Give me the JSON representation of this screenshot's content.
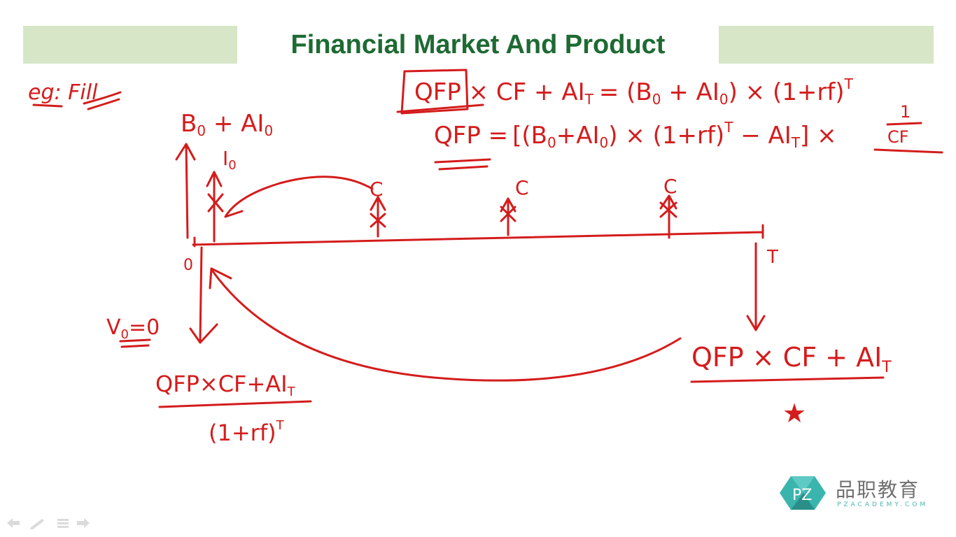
{
  "slide": {
    "title": "Financial Market And Product"
  },
  "handwriting": {
    "eg_note": "eg: Fill",
    "top_formula": "QFP × CF + AI",
    "top_formula_sub": "T",
    "top_formula_rhs": "= (B",
    "top_formula_rhs_b_sub": "0",
    "top_formula_rhs_mid": " + AI",
    "top_formula_rhs_ai_sub": "0",
    "top_formula_rhs_end": ") × (1+rf)",
    "top_formula_rhs_exp": "T",
    "qfp_formula_lhs": "QFP =",
    "qfp_formula_body": "[(B",
    "qfp_formula_b_sub": "0",
    "qfp_formula_mid": "+AI",
    "qfp_formula_ai_sub": "0",
    "qfp_formula_mid2": ") × (1+rf)",
    "qfp_formula_exp": "T",
    "qfp_formula_end": " − AI",
    "qfp_formula_end_sub": "T",
    "qfp_formula_close": "] ×",
    "qfp_fraction_num": "1",
    "qfp_fraction_den": "CF",
    "b0_label": "B",
    "b0_sub": "0",
    "b0_plus": " + AI",
    "b0_ai_sub": "0",
    "i0_label": "I",
    "i0_sub": "0",
    "coupon_1": "C",
    "coupon_2": "C",
    "coupon_3": "C",
    "time_zero": "0",
    "time_t": "T",
    "v0_label": "V",
    "v0_sub": "0",
    "v0_eq": "=0",
    "pv_numerator": "QFP×CF+AI",
    "pv_numerator_sub": "T",
    "pv_denominator": "(1+rf)",
    "pv_denominator_exp": "T",
    "t_payoff": "QFP × CF + AI",
    "t_payoff_sub": "T",
    "star_mark": "★"
  },
  "branding": {
    "logo_letters": "PZ",
    "name": "品职教育",
    "website": "PZACADEMY.COM",
    "colors": {
      "logo_teal": "#3ab5ae",
      "logo_dark": "#2a8f89",
      "text_gray": "#707070"
    }
  },
  "colors": {
    "ink_red": "#d41c1c",
    "title_green": "#1e6a33",
    "band_green": "#d6e6c6"
  },
  "nav_icons": [
    "back-arrow-icon",
    "pen-icon",
    "menu-icon",
    "forward-arrow-icon"
  ]
}
